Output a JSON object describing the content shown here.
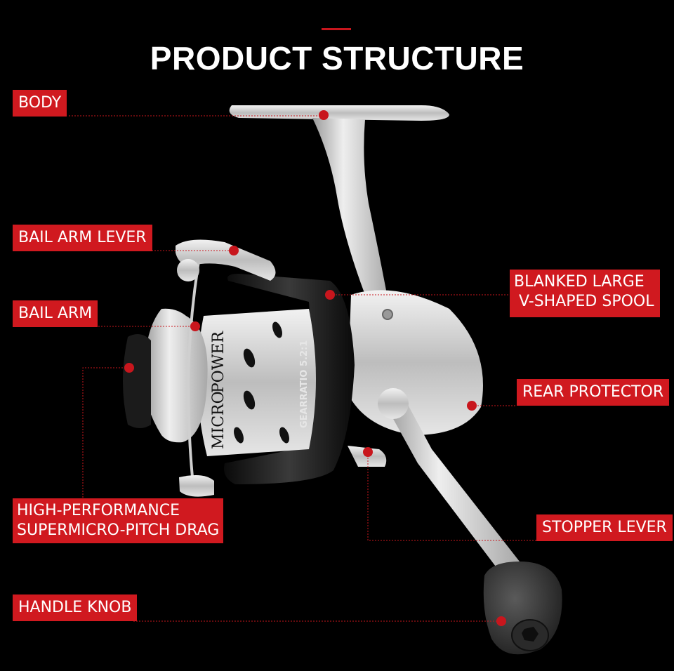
{
  "title": "PRODUCT STRUCTURE",
  "colors": {
    "background": "#000000",
    "accent": "#d0191f",
    "label_text": "#ffffff",
    "reel_silver": "#d8d8d8",
    "reel_black": "#1a1a1a"
  },
  "reel_text": {
    "brand_line_1": "MICRO",
    "brand_line_2": "POWER",
    "gear_ratio": "GEARRATIO 5.2:1"
  },
  "labels": {
    "body": "BODY",
    "bail_arm_lever": "BAIL ARM LEVER",
    "bail_arm": "BAIL ARM",
    "spool_line_1": "BLANKED LARGE",
    "spool_line_2": " V-SHAPED SPOOL",
    "rear_protector": "REAR PROTECTOR",
    "drag_line_1": "HIGH-PERFORMANCE",
    "drag_line_2": "SUPERMICRO-PITCH DRAG",
    "stopper_lever": "STOPPER LEVER",
    "handle_knob": "HANDLE KNOB"
  }
}
